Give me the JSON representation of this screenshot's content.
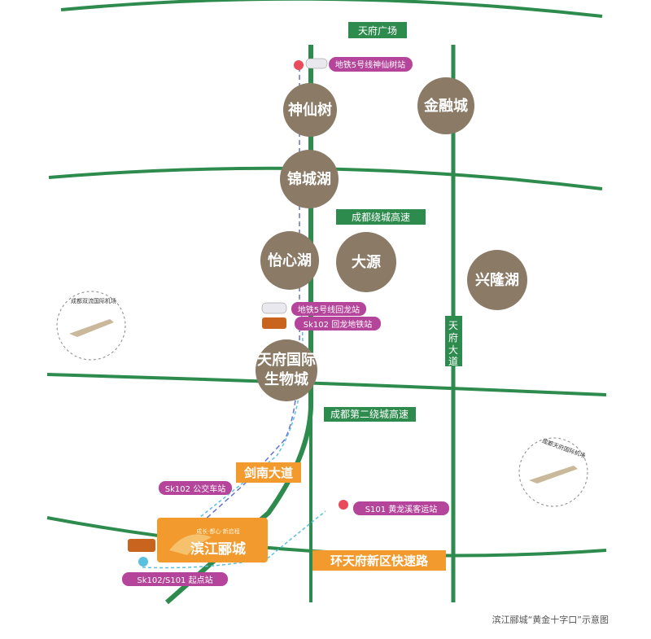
{
  "colors": {
    "road_green": "#2e8b4e",
    "district_circle": "#8a7a66",
    "metro_line": "#6b6fd0",
    "bus_line": "#5bc0de",
    "pill": "#b5459a",
    "orange": "#f29a2e"
  },
  "roads": {
    "tianfu_square": "天府广场",
    "chengdu_ring_expressway": "成都绕城高速",
    "chengdu_second_ring_expressway": "成都第二绕城高速",
    "jiannan_avenue": "剑南大道",
    "ring_tianfu_expressway": "环天府新区快速路",
    "tianfu_avenue": "天府大道"
  },
  "districts": {
    "shenxianshu": "神仙树",
    "jinrongcheng": "金融城",
    "jinchenghu": "锦城湖",
    "yixinhu": "怡心湖",
    "dayuan": "大源",
    "xinglonghu": "兴隆湖",
    "biotown_line1": "天府国际",
    "biotown_line2": "生物城"
  },
  "stations": {
    "metro5_shenxianshu": "地铁5号线神仙树站",
    "metro5_huilong": "地铁5号线回龙站",
    "sk102_huilong_metro": "Sk102 回龙地铁站",
    "sk102_bus_stop": "Sk102 公交车站",
    "s101_huanglongxi": "S101 黄龙溪客运站",
    "sk102_s101_start": "Sk102/S101 起点站"
  },
  "airports": {
    "shuangliu": "成都双流国际机场",
    "tianfu": "成都天府国际机场"
  },
  "project": {
    "name": "滨江郦城",
    "tagline": "成长·都心·新启程"
  },
  "caption": "滨江郦城“黄金十字口”示意图"
}
